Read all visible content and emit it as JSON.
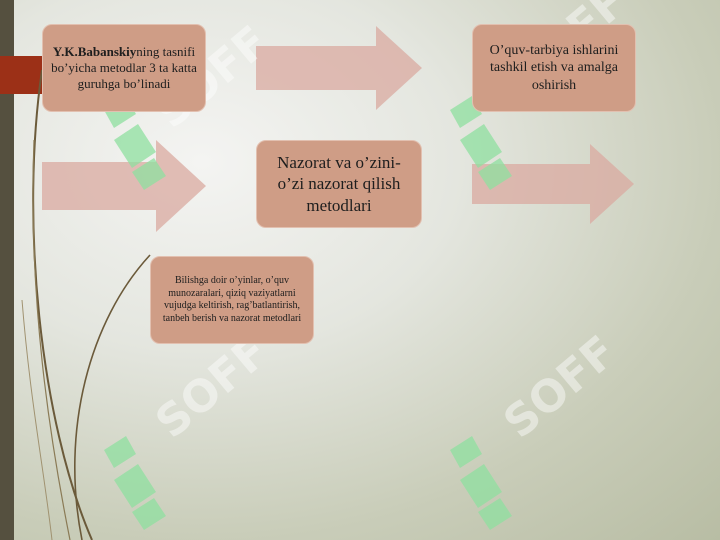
{
  "boxes": {
    "classification": {
      "bold": "Y.K.Babanskiy",
      "rest": "ning tasnifi bo’yicha metodlar 3 ta katta guruhga bo’linadi"
    },
    "organization": {
      "text": "O’quv-tarbiya ishlarini tashkil etish va amalga oshirish"
    },
    "control": {
      "text": "Nazorat va o’zini-o’zi nazorat qilish metodlari"
    },
    "stimulation": {
      "text": "Bilishga doir o’yinlar, o’quv munozaralari, qiziq vaziyatlarni vujudga keltirish, rag’batlantirish, tanbeh berish va nazorat metodlari"
    }
  },
  "watermark": {
    "text": "SOFF",
    "color": "#8fe0a0"
  },
  "colors": {
    "box_fill": "#cf9d86",
    "arrow_fill": "#d9a9a0",
    "accent_tab": "#9c3017",
    "left_bar": "#55503f"
  }
}
